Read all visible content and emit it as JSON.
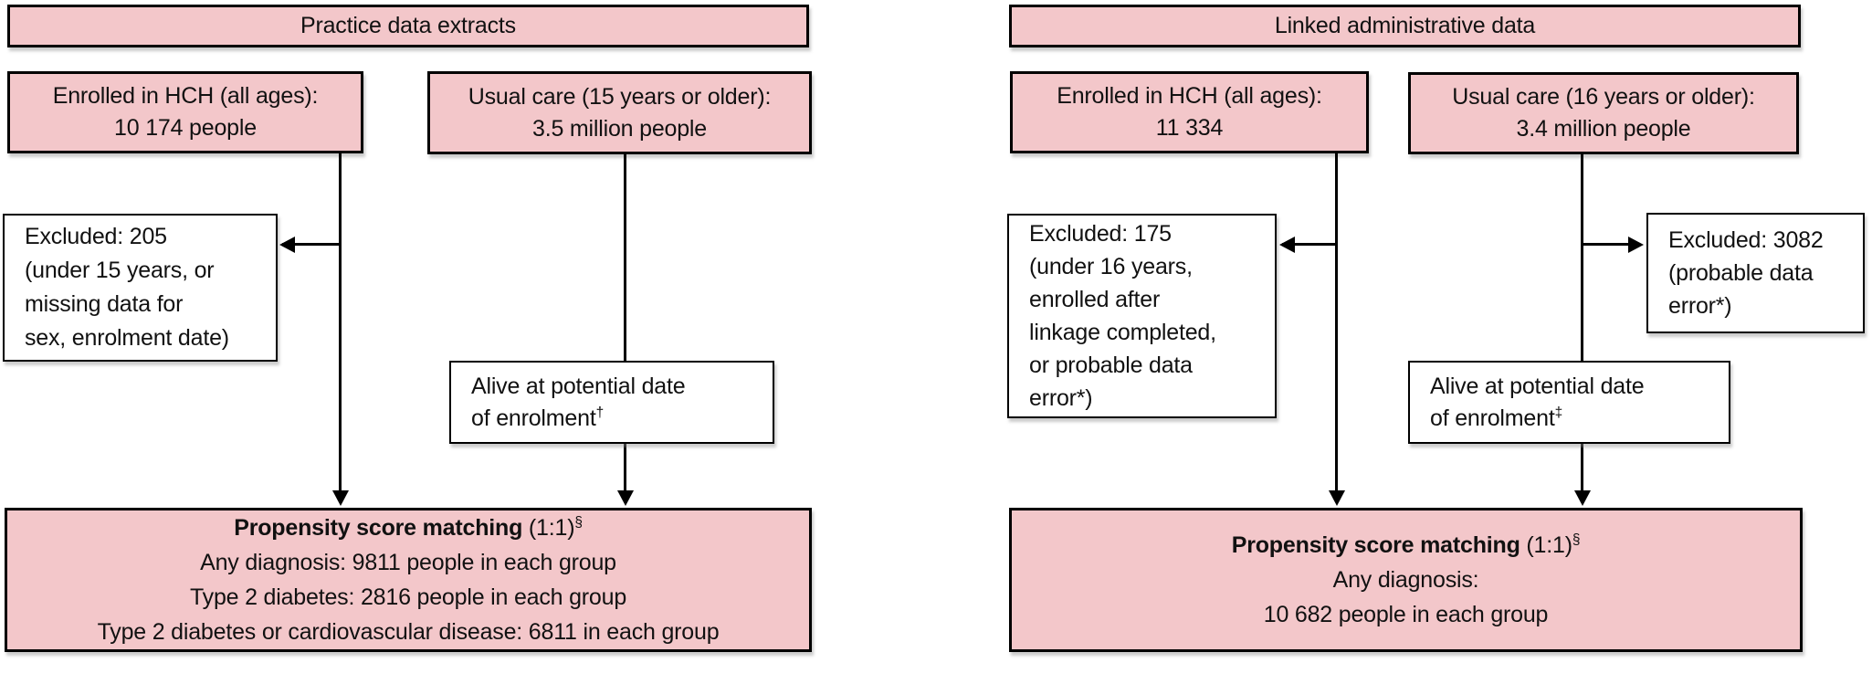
{
  "colors": {
    "box_fill_pink": "#f3c7ca",
    "box_fill_white": "#ffffff",
    "border": "#000000"
  },
  "left_panel": {
    "header": "Practice data extracts",
    "enrolled": {
      "lines": [
        "Enrolled in HCH (all ages):",
        "10 174 people"
      ]
    },
    "usual_care": {
      "lines": [
        "Usual care (15 years or older):",
        "3.5 million people"
      ]
    },
    "excluded": {
      "lines": [
        "Excluded: 205",
        "(under 15 years, or",
        "missing data for",
        "sex, enrolment date)"
      ]
    },
    "alive": {
      "lines": [
        "Alive at potential date",
        "of enrolment"
      ],
      "footnote": "†"
    },
    "matching": {
      "title_bold": "Propensity score matching",
      "title_regular": " (1:1)",
      "footnote": "§",
      "lines": [
        "Any diagnosis: 9811 people in each group",
        "Type 2 diabetes: 2816 people in each group",
        "Type 2 diabetes or cardiovascular disease: 6811 in each group"
      ]
    }
  },
  "right_panel": {
    "header": "Linked administrative data",
    "enrolled": {
      "lines": [
        "Enrolled in HCH (all ages):",
        "11 334"
      ]
    },
    "usual_care": {
      "lines": [
        "Usual care (16 years or older):",
        "3.4 million people"
      ]
    },
    "excluded_left": {
      "lines": [
        "Excluded: 175",
        "(under 16 years,",
        "enrolled after",
        "linkage completed,",
        "or probable data",
        "error*)"
      ]
    },
    "excluded_right": {
      "lines": [
        "Excluded: 3082",
        "(probable data",
        "error*)"
      ]
    },
    "alive": {
      "lines": [
        "Alive at potential date",
        "of enrolment"
      ],
      "footnote": "‡"
    },
    "matching": {
      "title_bold": "Propensity score matching",
      "title_regular": " (1:1)",
      "footnote": "§",
      "lines": [
        "Any diagnosis:",
        "10 682 people in each group"
      ]
    }
  }
}
